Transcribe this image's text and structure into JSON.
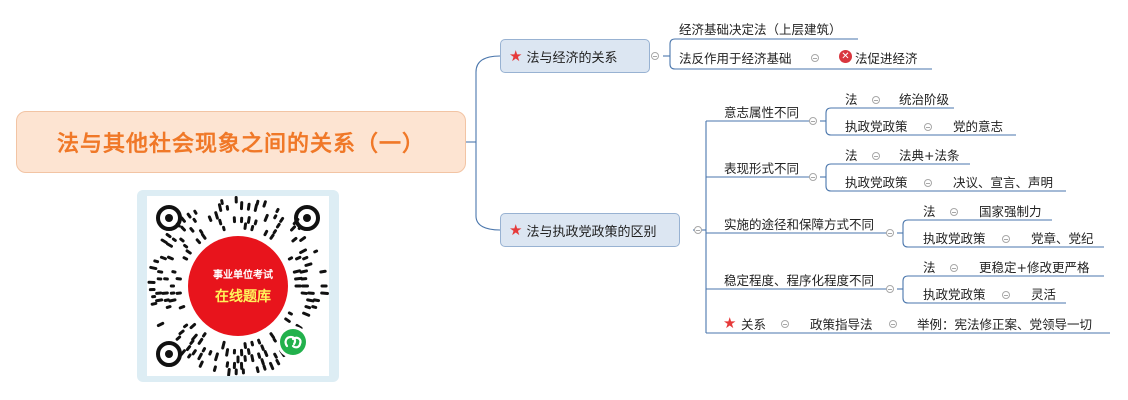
{
  "root": {
    "title": "法与其他社会现象之间的关系（一）"
  },
  "branch1": {
    "label": "法与经济的关系",
    "items": [
      {
        "text": "经济基础决定法（上层建筑）"
      },
      {
        "text": "法反作用于经济基础",
        "child": "法促进经济"
      }
    ]
  },
  "branch2": {
    "label": "法与执政党政策的区别",
    "groups": [
      {
        "label": "意志属性不同",
        "rows": [
          {
            "left": "法",
            "right": "统治阶级"
          },
          {
            "left": "执政党政策",
            "right": "党的意志"
          }
        ]
      },
      {
        "label": "表现形式不同",
        "rows": [
          {
            "left": "法",
            "right": "法典+法条"
          },
          {
            "left": "执政党政策",
            "right": "决议、宣言、声明"
          }
        ]
      },
      {
        "label": "实施的途径和保障方式不同",
        "rows": [
          {
            "left": "法",
            "right": "国家强制力"
          },
          {
            "left": "执政党政策",
            "right": "党章、党纪"
          }
        ]
      },
      {
        "label": "稳定程度、程序化程度不同",
        "rows": [
          {
            "left": "法",
            "right": "更稳定+修改更严格"
          },
          {
            "left": "执政党政策",
            "right": "灵活"
          }
        ]
      }
    ],
    "relation": {
      "label": "关系",
      "mid": "政策指导法",
      "right": "举例：宪法修正案、党领导一切"
    }
  },
  "qr": {
    "line1": "事业单位考试",
    "line2": "在线题库"
  },
  "colors": {
    "accent_orange": "#f07828",
    "branch_blue": "#dce6f2",
    "line_blue": "#4a76ac",
    "star_red": "#e63a3a"
  }
}
